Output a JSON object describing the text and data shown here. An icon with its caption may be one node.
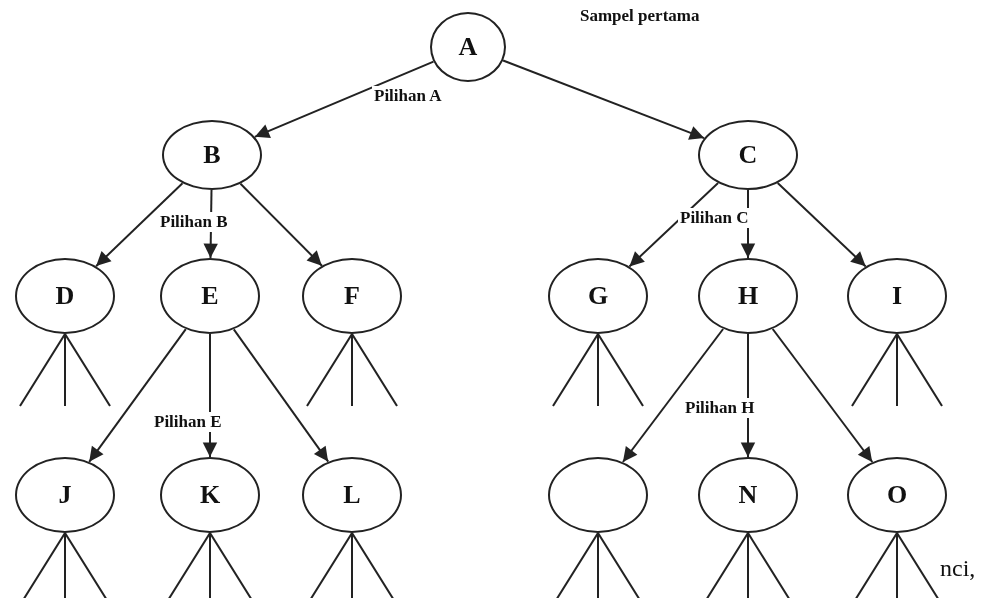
{
  "diagram": {
    "nodes": [
      {
        "text": [
          "A"
        ]
      },
      {
        "text": [
          "B"
        ]
      },
      {
        "text": [
          "C"
        ]
      },
      {
        "text": [
          "D"
        ]
      },
      {
        "text": [
          "E"
        ]
      },
      {
        "text": [
          "F"
        ]
      },
      {
        "text": [
          "G"
        ]
      },
      {
        "text": [
          "H"
        ]
      },
      {
        "text": [
          "I"
        ]
      },
      {
        "text": [
          "J"
        ]
      },
      {
        "text": [
          "K"
        ]
      },
      {
        "text": [
          "L"
        ]
      },
      {
        "text": [],
        "shape": "circle"
      },
      {
        "text": [
          "N"
        ]
      },
      {
        "text": [
          "O"
        ]
      }
    ],
    "edges": [
      {
        "from": 0,
        "to": 1,
        "arrow": "to"
      },
      {
        "from": 0,
        "to": 2,
        "arrow": "to"
      },
      {
        "from": 1,
        "to": 3,
        "arrow": "to"
      },
      {
        "from": 1,
        "to": 4,
        "arrow": "to"
      },
      {
        "from": 1,
        "to": 5,
        "arrow": "to"
      },
      {
        "from": 2,
        "to": 6,
        "arrow": "to"
      },
      {
        "from": 2,
        "to": 7,
        "arrow": "to"
      },
      {
        "from": 2,
        "to": 8,
        "arrow": "to"
      },
      {
        "from": 4,
        "to": 9,
        "arrow": "to"
      },
      {
        "from": 4,
        "to": 10,
        "arrow": "to"
      },
      {
        "from": 4,
        "to": 11,
        "arrow": "to"
      },
      {
        "from": 7,
        "to": 12,
        "arrow": "to"
      },
      {
        "from": 7,
        "to": 13,
        "arrow": "to"
      },
      {
        "from": 7,
        "to": 14,
        "arrow": "to"
      },
      {
        "from": 3,
        "to": null,
        "arrow": "none"
      },
      {
        "from": 3,
        "to": null,
        "arrow": "none"
      },
      {
        "from": 3,
        "to": null,
        "arrow": "none"
      },
      {
        "from": 5,
        "to": null,
        "arrow": "none"
      },
      {
        "from": 5,
        "to": null,
        "arrow": "none"
      },
      {
        "from": 5,
        "to": null,
        "arrow": "none"
      },
      {
        "from": 6,
        "to": null,
        "arrow": "none"
      },
      {
        "from": 6,
        "to": null,
        "arrow": "none"
      },
      {
        "from": 6,
        "to": null,
        "arrow": "none"
      },
      {
        "from": 8,
        "to": null,
        "arrow": "none"
      },
      {
        "from": 8,
        "to": null,
        "arrow": "none"
      },
      {
        "from": 8,
        "to": null,
        "arrow": "none"
      },
      {
        "from": 9,
        "to": null,
        "arrow": "none"
      },
      {
        "from": 9,
        "to": null,
        "arrow": "none"
      },
      {
        "from": 9,
        "to": null,
        "arrow": "none"
      },
      {
        "from": 10,
        "to": null,
        "arrow": "none"
      },
      {
        "from": 10,
        "to": null,
        "arrow": "none"
      },
      {
        "from": 10,
        "to": null,
        "arrow": "none"
      },
      {
        "from": 11,
        "to": null,
        "arrow": "none"
      },
      {
        "from": 11,
        "to": null,
        "arrow": "none"
      },
      {
        "from": 11,
        "to": null,
        "arrow": "none"
      },
      {
        "from": 12,
        "to": null,
        "arrow": "none"
      },
      {
        "from": 12,
        "to": null,
        "arrow": "none"
      },
      {
        "from": 12,
        "to": null,
        "arrow": "none"
      },
      {
        "from": 13,
        "to": null,
        "arrow": "none"
      },
      {
        "from": 13,
        "to": null,
        "arrow": "none"
      },
      {
        "from": 13,
        "to": null,
        "arrow": "none"
      },
      {
        "from": 14,
        "to": null,
        "arrow": "none"
      },
      {
        "from": 14,
        "to": null,
        "arrow": "none"
      },
      {
        "from": 14,
        "to": null,
        "arrow": "none"
      }
    ],
    "labels": [
      "Sampel pertama",
      "Pilihan A",
      "Pilihan B",
      "Pilihan C",
      "Pilihan E",
      "Pilihan H",
      "nci,"
    ]
  }
}
